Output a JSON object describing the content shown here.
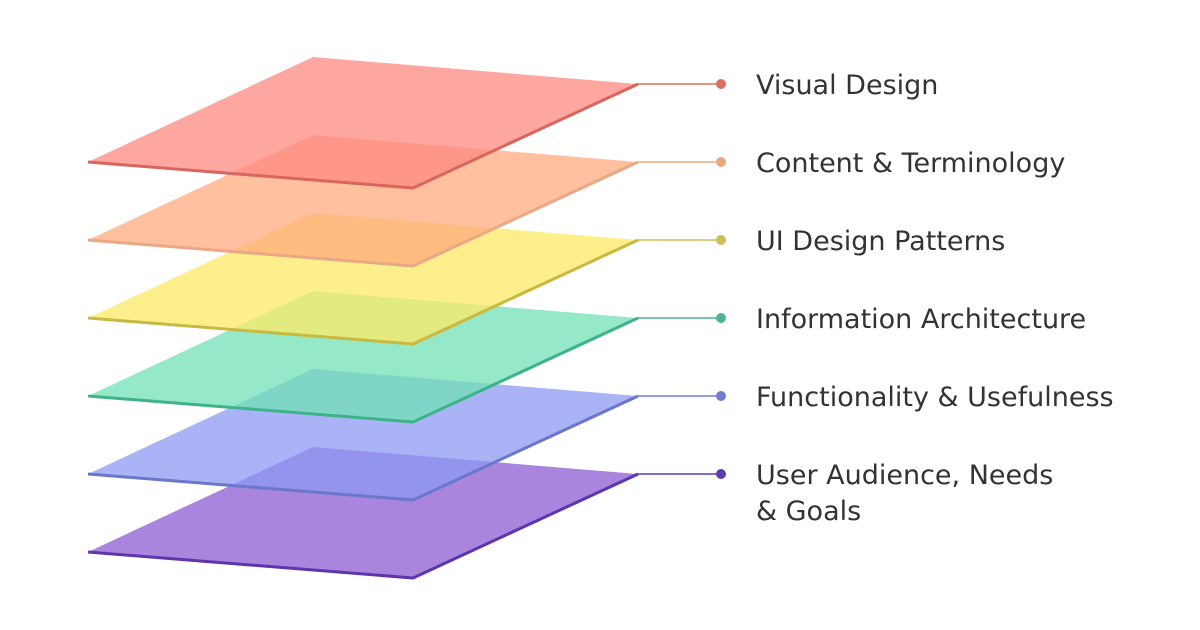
{
  "layers": [
    {
      "id": "visual-design",
      "lines": [
        "Visual Design"
      ],
      "fill": "#fe8a80",
      "edge": "#d8665f",
      "dot": "#d9705f"
    },
    {
      "id": "content-terminology",
      "lines": [
        "Content & Terminology"
      ],
      "fill": "#fdab7d",
      "edge": "#eaa886",
      "dot": "#eba87e"
    },
    {
      "id": "ui-design-patterns",
      "lines": [
        "UI Design Patterns"
      ],
      "fill": "#fde967",
      "edge": "#c9b940",
      "dot": "#cbbf55"
    },
    {
      "id": "information-architecture",
      "lines": [
        "Information Architecture"
      ],
      "fill": "#71e2b5",
      "edge": "#3eb389",
      "dot": "#4db391"
    },
    {
      "id": "functionality-usefulness",
      "lines": [
        "Functionality & Usefulness"
      ],
      "fill": "#8d99f3",
      "edge": "#6a77cb",
      "dot": "#727ecd"
    },
    {
      "id": "user-audience-needs-goals",
      "lines": [
        "User Audience, Needs",
        "& Goals"
      ],
      "fill": "#8c5cd3",
      "edge": "#5e35ad",
      "dot": "#5f3cad"
    }
  ]
}
